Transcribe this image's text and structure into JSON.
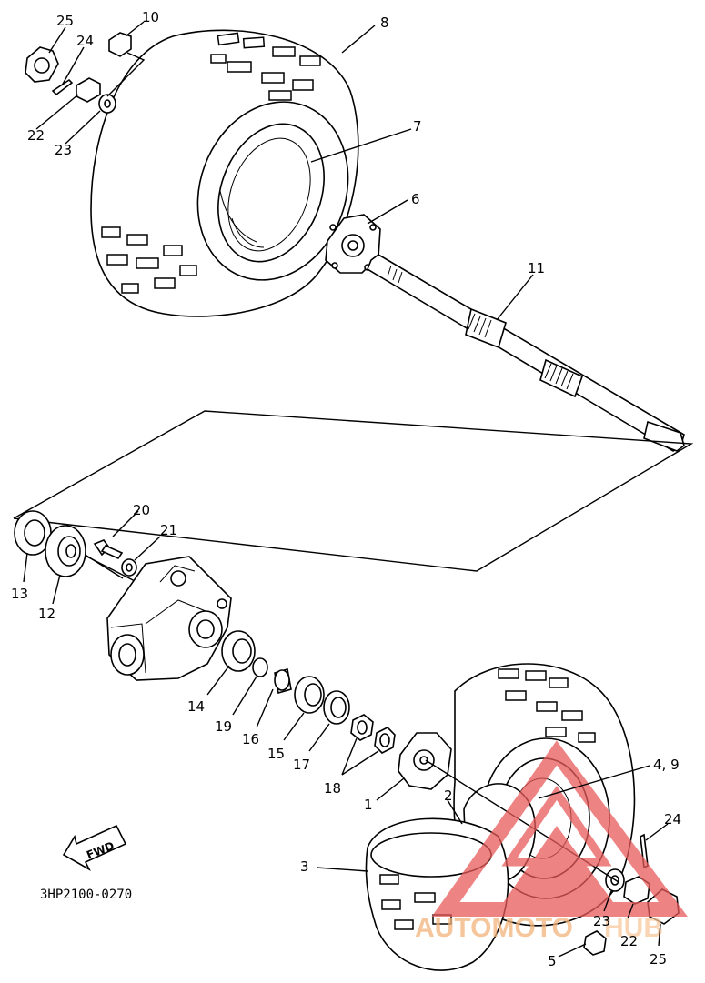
{
  "labels": {
    "p1": "1",
    "p2": "2",
    "p3": "3",
    "p4_9": "4, 9",
    "p5": "5",
    "p6": "6",
    "p7": "7",
    "p8": "8",
    "p10": "10",
    "p11": "11",
    "p12": "12",
    "p13": "13",
    "p14": "14",
    "p15": "15",
    "p16": "16",
    "p17": "17",
    "p18": "18",
    "p19": "19",
    "p20": "20",
    "p21": "21",
    "p22_top": "22",
    "p22_bottom": "22",
    "p23_top": "23",
    "p23_bottom": "23",
    "p24_top": "24",
    "p24_bottom": "24",
    "p25_top": "25",
    "p25_bottom": "25"
  },
  "diagram_code": "3HP2100-0270",
  "fwd_label": "FWD",
  "watermark": {
    "text_left": "AUTOMOTO",
    "text_right": "HUB",
    "color": "#e85a5a",
    "text_color": "#f2b27a"
  }
}
